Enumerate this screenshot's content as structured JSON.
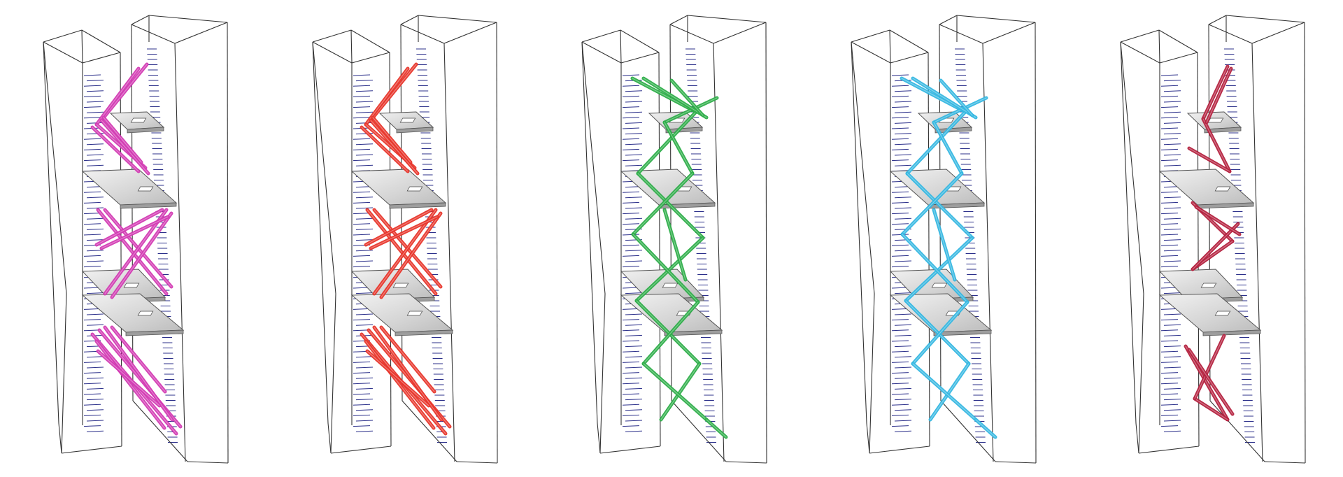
{
  "colors": {
    "background": "#ffffff",
    "outline": "#333333",
    "louver": "#2b2f8a",
    "floor_fill": "#d8d8d8",
    "floor_stroke": "#555555"
  },
  "variants": [
    {
      "id": "magenta",
      "color": "#d33bb4",
      "pattern": "dense-diagonal"
    },
    {
      "id": "red",
      "color": "#e8352b",
      "pattern": "dense-diagonal"
    },
    {
      "id": "green",
      "color": "#2eae49",
      "pattern": "zigzag"
    },
    {
      "id": "cyan",
      "color": "#35b8e2",
      "pattern": "zigzag"
    },
    {
      "id": "crimson",
      "color": "#b5213f",
      "pattern": "sparse-zigzag"
    }
  ]
}
